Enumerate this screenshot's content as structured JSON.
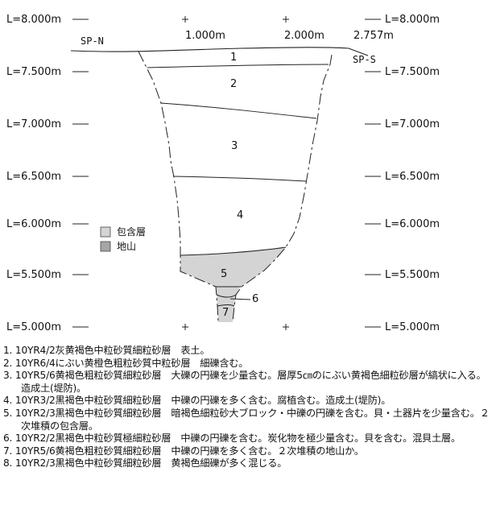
{
  "levels": [
    {
      "text": "L=8.000m",
      "elev": 8.0
    },
    {
      "text": "L=7.500m",
      "elev": 7.5
    },
    {
      "text": "L=7.000m",
      "elev": 7.0
    },
    {
      "text": "L=6.500m",
      "elev": 6.5
    },
    {
      "text": "L=6.000m",
      "elev": 6.0
    },
    {
      "text": "L=5.500m",
      "elev": 5.5
    },
    {
      "text": "L=5.000m",
      "elev": 5.0
    }
  ],
  "distances": [
    "1.000m",
    "2.000m",
    "2.757m"
  ],
  "sections": {
    "north": "SP-N",
    "south": "SP-S"
  },
  "layer_numbers": [
    "1",
    "2",
    "3",
    "4",
    "5",
    "6",
    "7"
  ],
  "legend": [
    {
      "label": "包含層",
      "color": "#d4d4d4"
    },
    {
      "label": "地山",
      "color": "#a6a6a6"
    }
  ],
  "fill_colors": {
    "inclusion": "#d4d4d4"
  },
  "layer_notes": [
    "1. 10YR4/2灰黄褐色中粒砂質細粒砂層　表土。",
    "2. 10YR6/4にぶい黄橙色粗粒砂質中粒砂層　細礫含む。",
    "3. 10YR5/6黄褐色粗粒砂質細粒砂層　大礫の円礫を少量含む。層厚5㎝のにぶい黄褐色細粒砂層が縞状に入る。造成土(堤防)。",
    "4. 10YR3/2黒褐色中粒砂質細粒砂層　中礫の円礫を多く含む。腐植含む。造成土(堤防)。",
    "5. 10YR2/3黒褐色中粒砂質細粒砂層　暗褐色細粒砂大ブロック・中礫の円礫を含む。貝・土器片を少量含む。２次堆積の包含層。",
    "6. 10YR2/2黒褐色中粒砂質極細粒砂層　中礫の円礫を含む。炭化物を極少量含む。貝を含む。混貝土層。",
    "7. 10YR5/6黄褐色粗粒砂質細粒砂層　中礫の円礫を多く含む。２次堆積の地山か。",
    "8. 10YR2/3黒褐色中粒砂質細粒砂層　黄褐色細礫が多く混じる。"
  ]
}
